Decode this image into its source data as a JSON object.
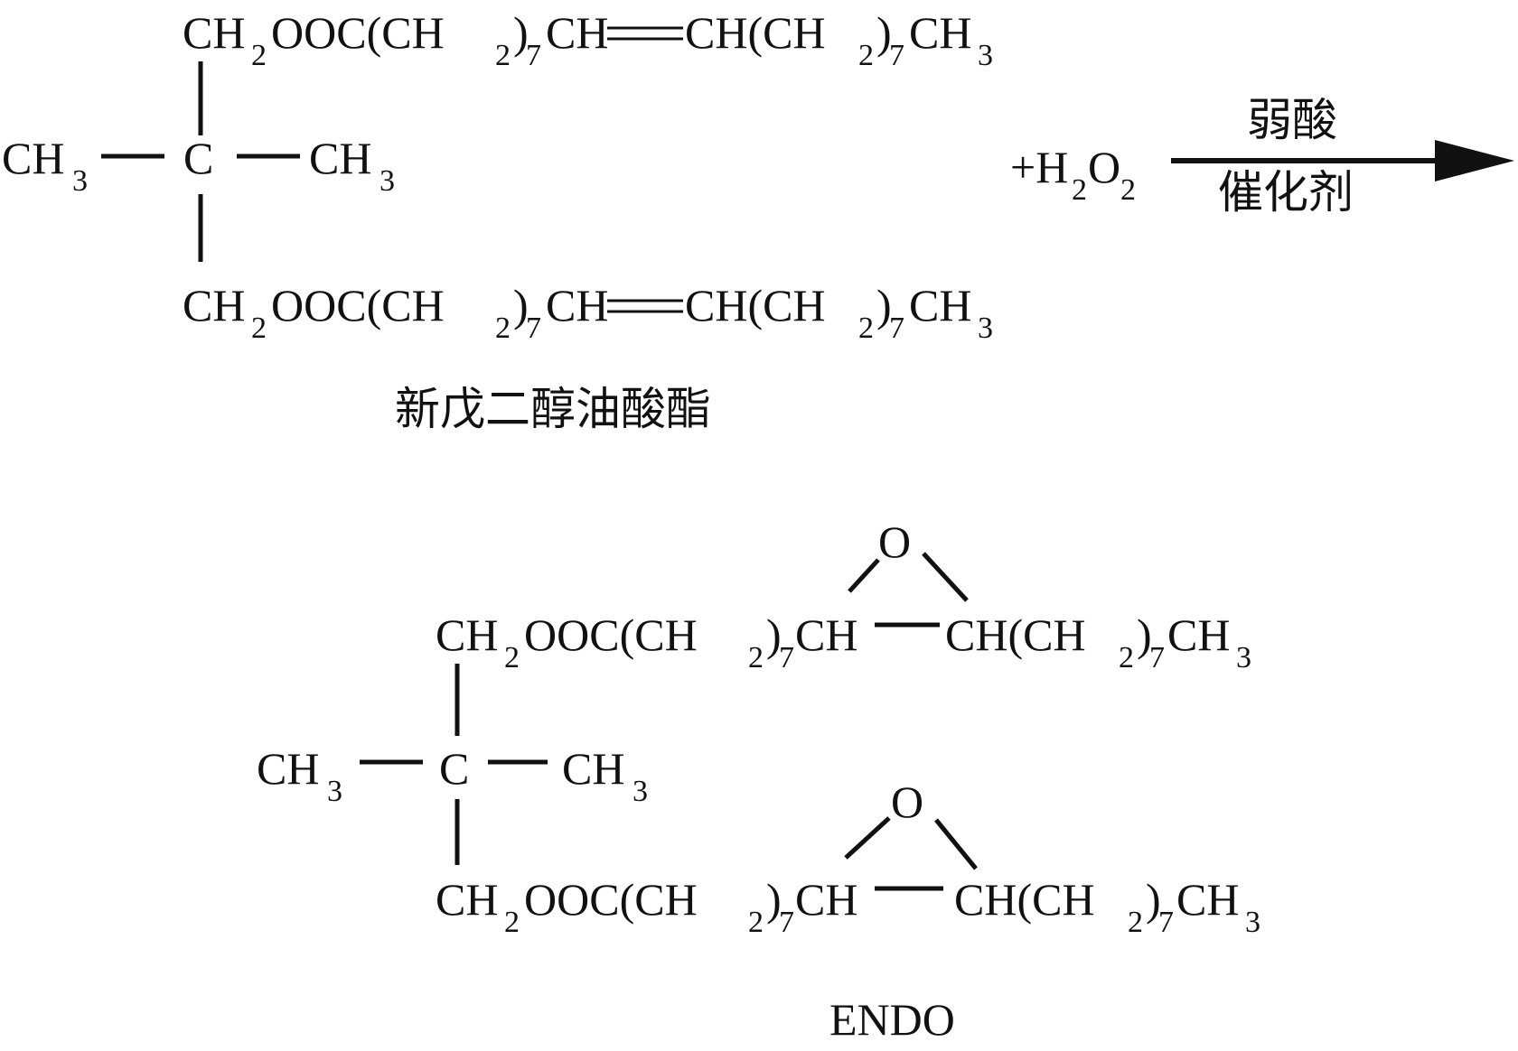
{
  "colors": {
    "ink": "#111111",
    "background": "#ffffff"
  },
  "formula": {
    "ch2": "CH",
    "ooc": "OOC(CH",
    "ch": "CH",
    "chEnd": "CH(CH",
    "ch3": "CH",
    "c": "C",
    "o": "O",
    "sub2": "2",
    "sub3": "3",
    "sub7": "7",
    "close": ")"
  },
  "reagent": {
    "plus": "+H",
    "o": "O",
    "sub2": "2"
  },
  "arrow": {
    "above": "弱酸",
    "below": "催化剂"
  },
  "labels": {
    "reactant": "新戊二醇油酸酯",
    "product": "ENDO"
  }
}
